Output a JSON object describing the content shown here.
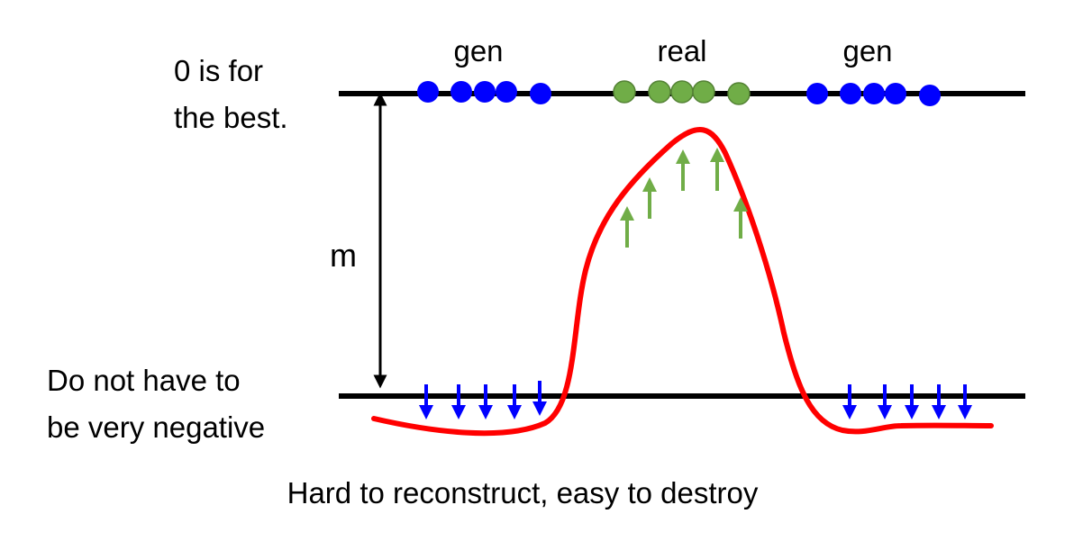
{
  "labels": {
    "gen_left": "gen",
    "real": "real",
    "gen_right": "gen",
    "top_note_line1": "0 is for",
    "top_note_line2": "the best.",
    "margin": "m",
    "bottom_note_line1": "Do not have to",
    "bottom_note_line2": "be very negative",
    "caption": "Hard to reconstruct, easy to destroy"
  },
  "colors": {
    "gen_points": "#0000ff",
    "real_points": "#70ad47",
    "real_points_stroke": "#548235",
    "curve": "#ff0000",
    "up_arrows": "#70ad47",
    "down_arrows": "#0000ff",
    "lines": "#000000"
  },
  "points": {
    "gen_left_count": 5,
    "real_count": 5,
    "gen_right_count": 5
  },
  "arrows": {
    "up_count": 5,
    "down_left_count": 5,
    "down_right_count": 5
  }
}
